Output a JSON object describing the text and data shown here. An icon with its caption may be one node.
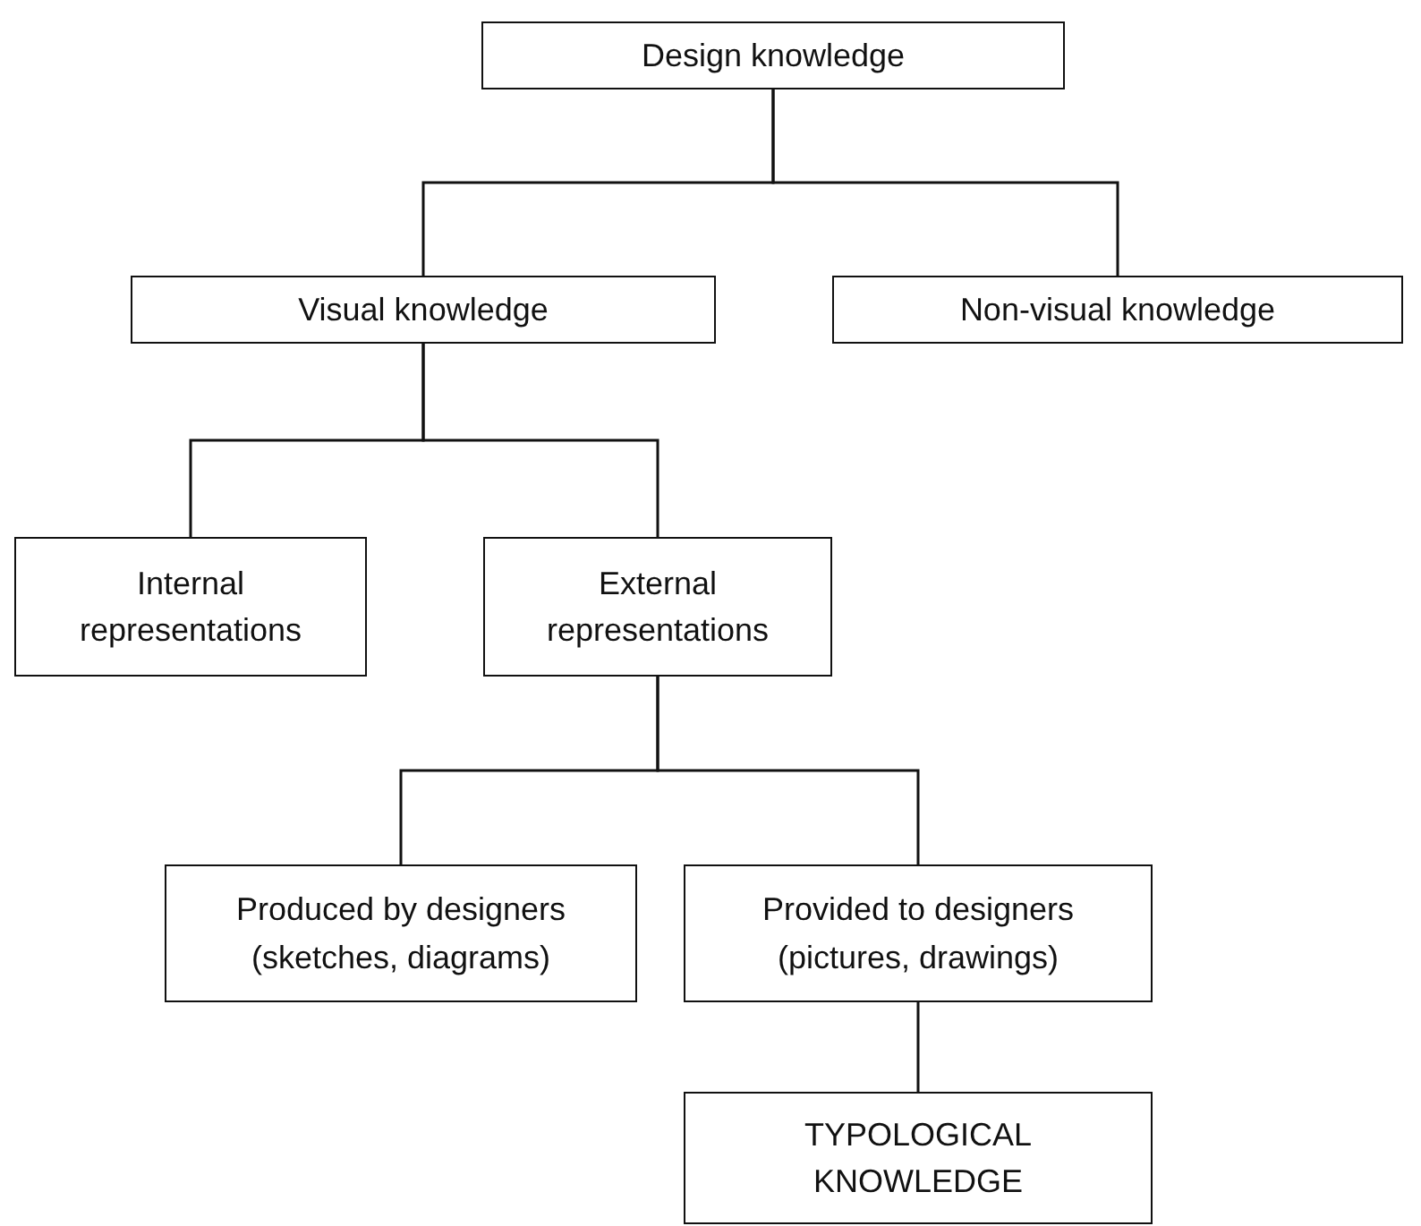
{
  "diagram": {
    "nodes": [
      {
        "text": [
          "Design knowledge"
        ]
      },
      {
        "text": [
          "Visual knowledge"
        ]
      },
      {
        "text": [
          "Non-visual knowledge"
        ]
      },
      {
        "text": [
          "Internal representations"
        ]
      },
      {
        "text": [
          "External representations"
        ]
      },
      {
        "text": [
          "Produced by designers (sketches, diagrams)"
        ]
      },
      {
        "text": [
          "Provided to designers (pictures, drawings)"
        ]
      },
      {
        "text": [
          "TYPOLOGICAL KNOWLEDGE"
        ]
      }
    ],
    "edges": [
      {
        "from": 0,
        "to": 1,
        "arrow": "none"
      },
      {
        "from": 0,
        "to": 2,
        "arrow": "none"
      },
      {
        "from": 1,
        "to": 3,
        "arrow": "none"
      },
      {
        "from": 1,
        "to": 4,
        "arrow": "none"
      },
      {
        "from": 4,
        "to": 5,
        "arrow": "none"
      },
      {
        "from": 4,
        "to": 6,
        "arrow": "none"
      },
      {
        "from": 6,
        "to": 7,
        "arrow": "none"
      }
    ]
  }
}
